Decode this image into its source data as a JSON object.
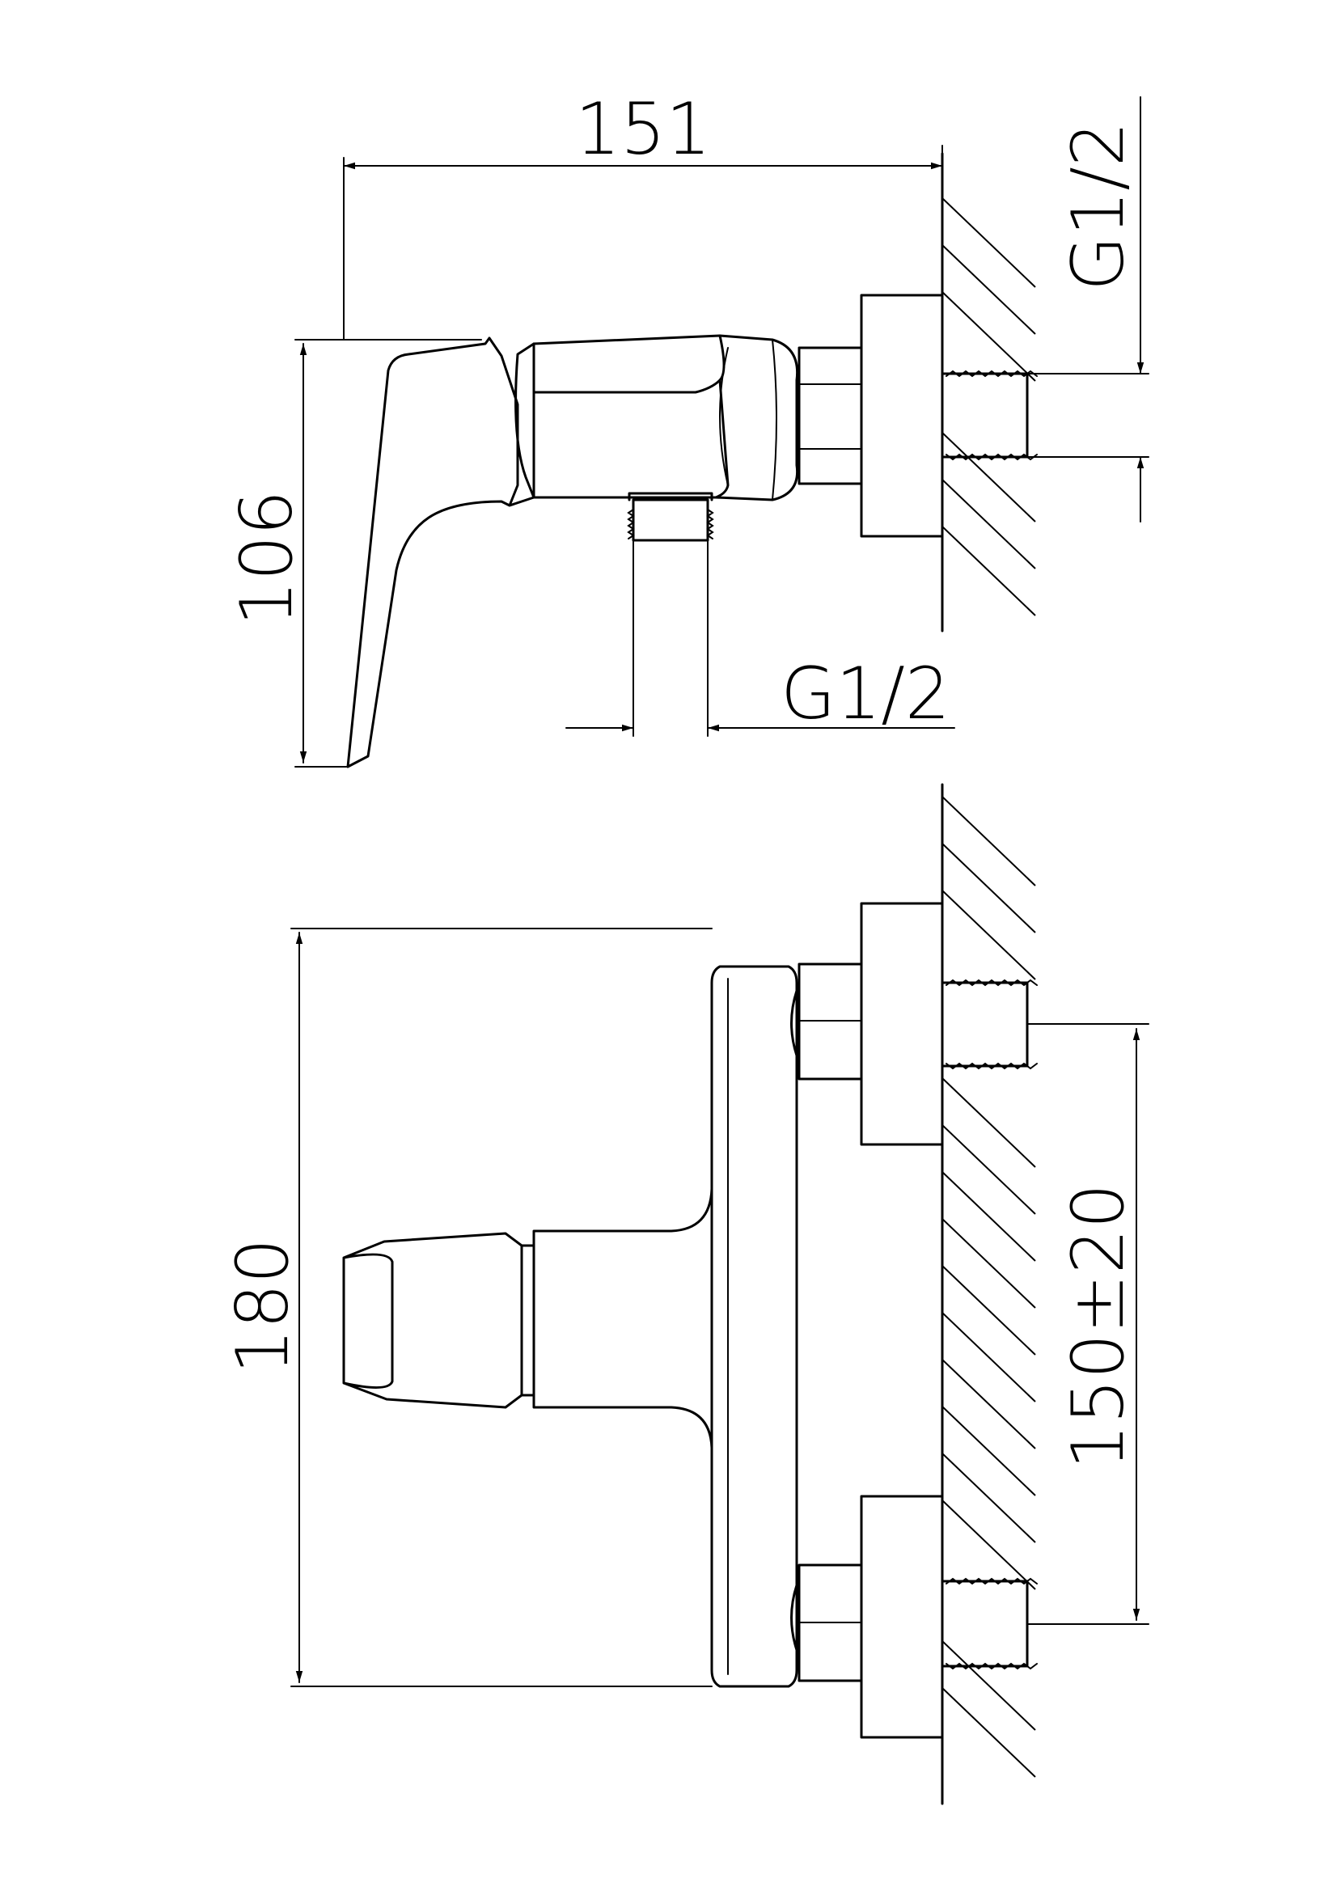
{
  "drawing": {
    "side_view": {
      "width_dim": "151",
      "height_dim": "106",
      "thread_wall": "G1/2",
      "thread_outlet": "G1/2"
    },
    "front_view": {
      "height_dim": "180",
      "spacing_dim": "150±20"
    }
  }
}
